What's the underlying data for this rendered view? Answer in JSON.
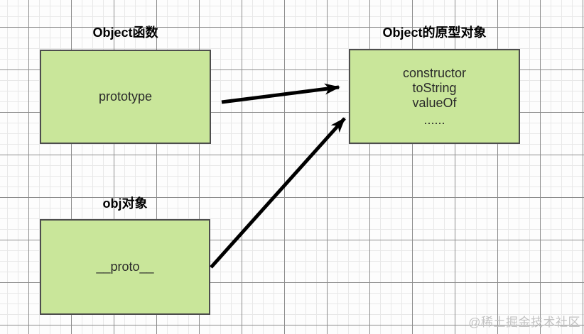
{
  "diagram": {
    "object_function": {
      "title": "Object函数",
      "label": "prototype"
    },
    "object_prototype": {
      "title": "Object的原型对象",
      "members": [
        "constructor",
        "toString",
        "valueOf",
        "......"
      ]
    },
    "obj_instance": {
      "title": "obj对象",
      "label": "__proto__"
    },
    "colors": {
      "node_fill": "#c9e69a",
      "node_border": "#4d4d4d",
      "arrow": "#000000",
      "grid_minor": "#e8e8e8",
      "grid_major": "#8c8c8c",
      "watermark": "#c3c3c3"
    }
  },
  "watermark": {
    "text": "@稀土掘金技术社区"
  }
}
